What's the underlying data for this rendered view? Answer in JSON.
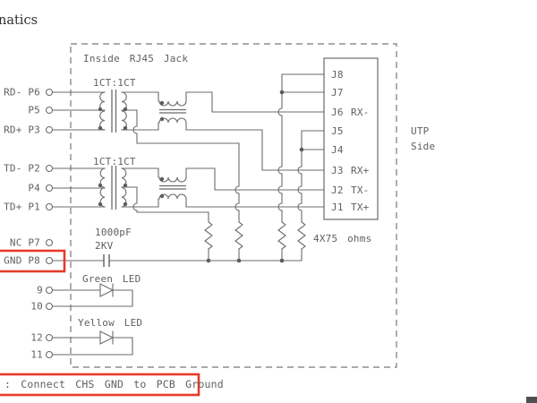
{
  "page": {
    "corner_text": "natics",
    "note_text": ": Connect CHS GND to PCB Ground"
  },
  "colors": {
    "line": "#6b6b6b",
    "text": "#606060",
    "highlight": "#e63b2a"
  },
  "schematic": {
    "enclosure_label": "Inside RJ45 Jack",
    "utp_line1": "UTP",
    "utp_line2": "Side",
    "transformer1_ratio": "1CT:1CT",
    "transformer2_ratio": "1CT:1CT",
    "capacitor_value": "1000pF",
    "capacitor_rating": "2KV",
    "resistor_label": "4X75 ohms",
    "green_led_label": "Green LED",
    "yellow_led_label": "Yellow LED",
    "left_pins": [
      {
        "label": "RD- P6"
      },
      {
        "label": "P5"
      },
      {
        "label": "RD+ P3"
      },
      {
        "label": "TD- P2"
      },
      {
        "label": "P4"
      },
      {
        "label": "TD+ P1"
      },
      {
        "label": "NC P7"
      },
      {
        "label": "GND P8"
      },
      {
        "label": "9"
      },
      {
        "label": "10"
      },
      {
        "label": "12"
      },
      {
        "label": "11"
      }
    ],
    "jack_pins": [
      {
        "name": "J8",
        "signal": ""
      },
      {
        "name": "J7",
        "signal": ""
      },
      {
        "name": "J6",
        "signal": "RX-"
      },
      {
        "name": "J5",
        "signal": ""
      },
      {
        "name": "J4",
        "signal": ""
      },
      {
        "name": "J3",
        "signal": "RX+"
      },
      {
        "name": "J2",
        "signal": "TX-"
      },
      {
        "name": "J1",
        "signal": "TX+"
      }
    ]
  }
}
